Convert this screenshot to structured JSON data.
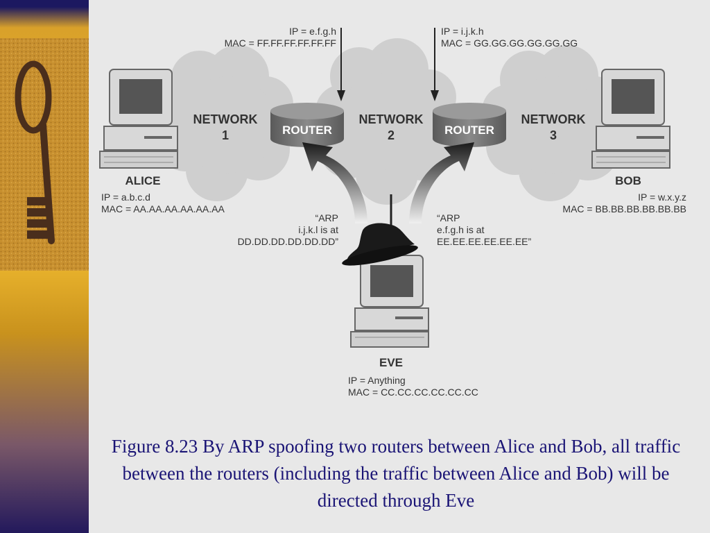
{
  "caption": "Figure 8.23  By ARP spoofing two routers between Alice and Bob, all traffic between the routers (including the traffic between Alice and Bob) will be directed through Eve",
  "networks": [
    {
      "line1": "NETWORK",
      "line2": "1"
    },
    {
      "line1": "NETWORK",
      "line2": "2"
    },
    {
      "line1": "NETWORK",
      "line2": "3"
    }
  ],
  "routers": [
    {
      "label": "ROUTER",
      "ip": "IP = e.f.g.h",
      "mac": "MAC = FF.FF.FF.FF.FF.FF"
    },
    {
      "label": "ROUTER",
      "ip": "IP = i.j.k.h",
      "mac": "MAC = GG.GG.GG.GG.GG.GG"
    }
  ],
  "alice": {
    "name": "ALICE",
    "ip": "IP = a.b.c.d",
    "mac": "MAC = AA.AA.AA.AA.AA.AA"
  },
  "bob": {
    "name": "BOB",
    "ip": "IP = w.x.y.z",
    "mac": "MAC = BB.BB.BB.BB.BB.BB"
  },
  "eve": {
    "name": "EVE",
    "ip": "IP = Anything",
    "mac": "MAC = CC.CC.CC.CC.CC.CC"
  },
  "arp_left": {
    "line1": "“ARP",
    "line2": "i.j.k.l is at",
    "line3": "DD.DD.DD.DD.DD.DD”"
  },
  "arp_right": {
    "line1": "“ARP",
    "line2": "e.f.g.h is at",
    "line3": "EE.EE.EE.EE.EE.EE”"
  },
  "colors": {
    "caption": "#1a1475",
    "cloud": "#cfcfcf",
    "router": "#6f6f6f",
    "sidebar_dark": "#1c1860",
    "sidebar_gold": "#e6b02b"
  }
}
